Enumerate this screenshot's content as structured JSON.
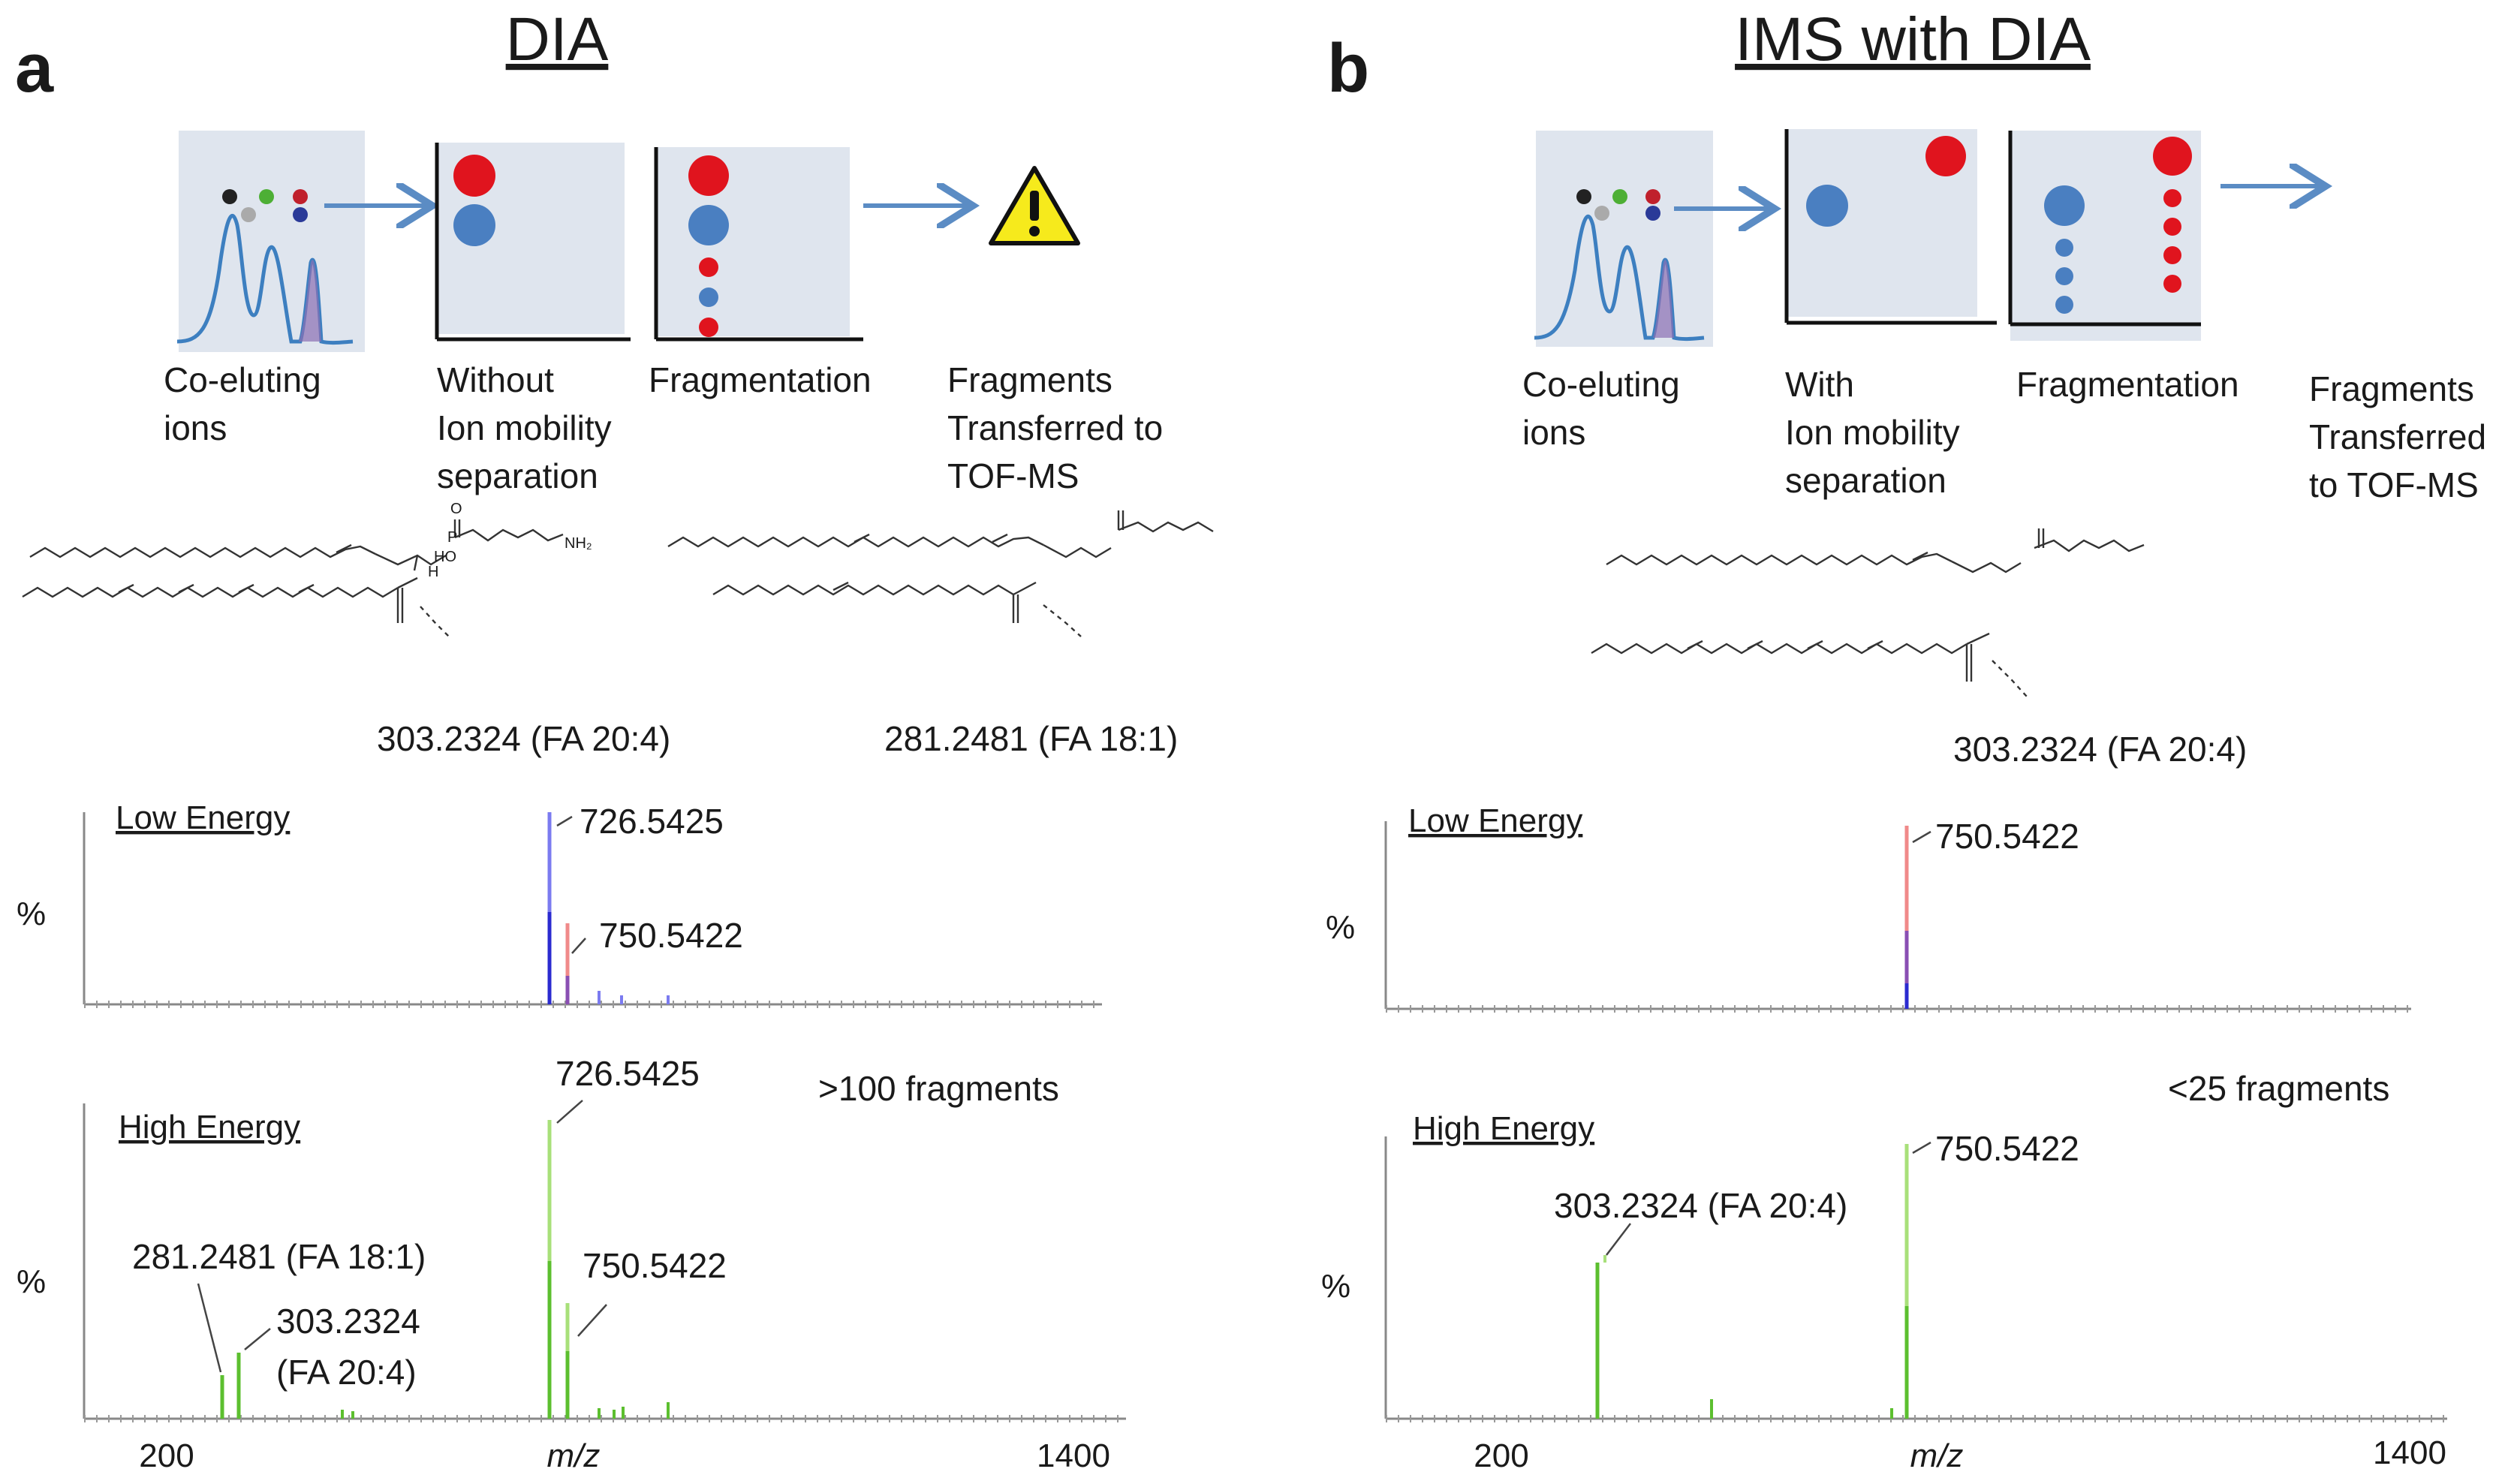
{
  "colors": {
    "panel_bg": "#dfe5ee",
    "blue_dot": "#4a7fc1",
    "red_dot": "#e0141e",
    "arrow": "#5b8cc4",
    "warning": "#f6ea1c",
    "peak_blue": "#2b2bd0",
    "peak_red": "#f08a8a",
    "peak_green": "#5cbf2f",
    "chromatogram_line": "#3d7fc0",
    "chromatogram_fill": "#8a6fb3"
  },
  "panel_a": {
    "letter": "a",
    "title": "DIA",
    "stages": {
      "coeluting": [
        "Co-eluting",
        "ions"
      ],
      "mobility": [
        "Without",
        "Ion mobility",
        "separation"
      ],
      "fragmentation": [
        "Fragmentation"
      ],
      "transfer": [
        "Fragments",
        "Transferred to",
        "TOF-MS"
      ]
    },
    "warning_icon": "warning-triangle-icon",
    "struct_left_label": "303.2324 (FA 20:4)",
    "struct_right_label": "281.2481 (FA 18:1)",
    "chem_labels": {
      "p": "P",
      "o": "O",
      "ho": "HO",
      "nh2": "NH₂",
      "h": "H"
    },
    "low": {
      "title": "Low Energy",
      "ylabel": "%",
      "peaks": [
        {
          "label": "726.5425"
        },
        {
          "label": "750.5422"
        }
      ]
    },
    "high": {
      "title": "High Energy",
      "ylabel": "%",
      "note": ">100 fragments",
      "peaks": [
        {
          "label": "726.5425"
        },
        {
          "label": "750.5422"
        },
        {
          "label": "281.2481 (FA 18:1)"
        },
        {
          "label": "303.2324"
        },
        {
          "label": "(FA 20:4)"
        }
      ]
    },
    "xaxis": {
      "label": "m/z",
      "tick_min": "200",
      "tick_max": "1400"
    }
  },
  "panel_b": {
    "letter": "b",
    "title": "IMS with DIA",
    "stages": {
      "coeluting": [
        "Co-eluting",
        "ions"
      ],
      "mobility": [
        "With",
        "Ion mobility",
        "separation"
      ],
      "fragmentation": [
        "Fragmentation"
      ],
      "transfer": [
        "Fragments",
        "Transferred",
        "to TOF-MS"
      ]
    },
    "struct_label": "303.2324 (FA 20:4)",
    "low": {
      "title": "Low Energy",
      "ylabel": "%",
      "peaks": [
        {
          "label": "750.5422"
        }
      ]
    },
    "high": {
      "title": "High Energy",
      "ylabel": "%",
      "note": "<25 fragments",
      "peaks": [
        {
          "label": "750.5422"
        },
        {
          "label": "303.2324 (FA 20:4)"
        }
      ]
    },
    "xaxis": {
      "label": "m/z",
      "tick_min": "200",
      "tick_max": "1400"
    }
  }
}
